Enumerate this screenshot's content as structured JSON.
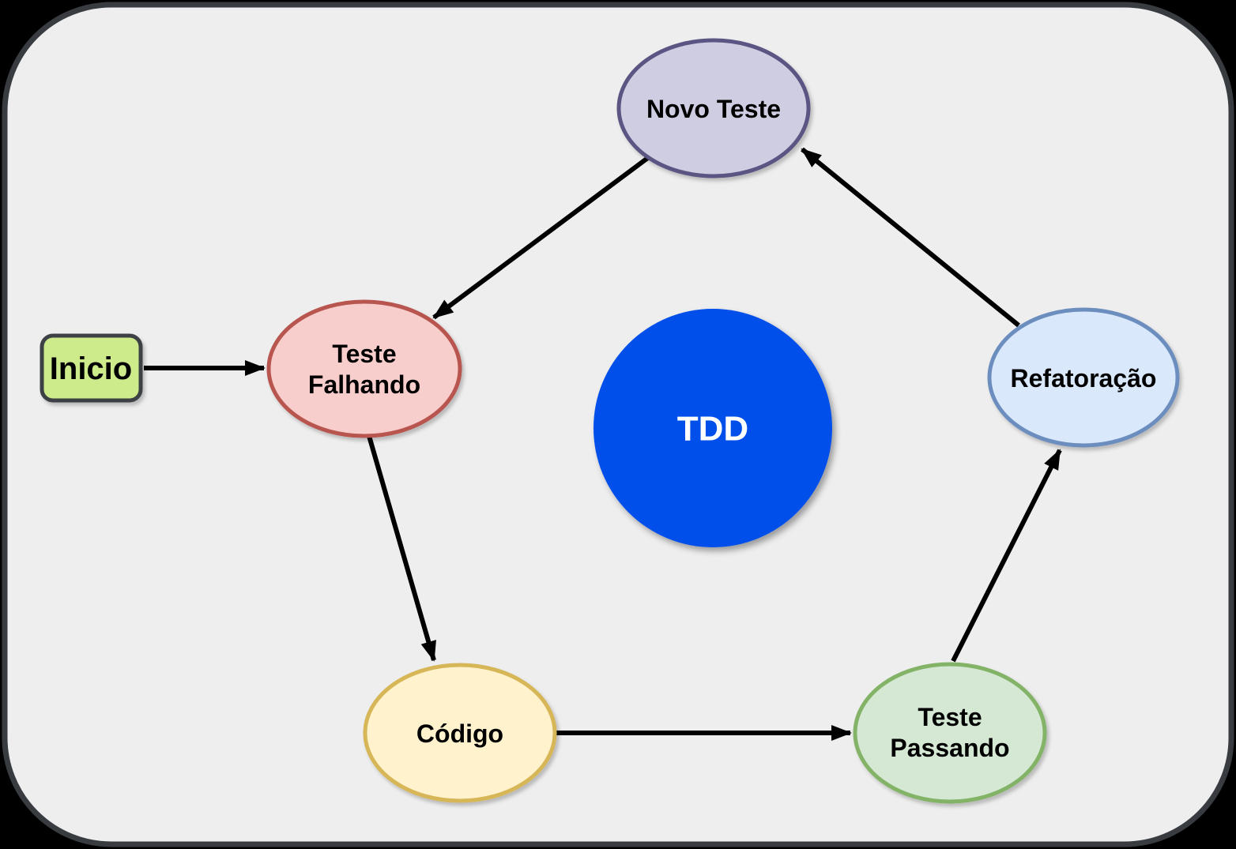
{
  "frame": {
    "fill": "#EEEEEE",
    "border_color": "#383C41",
    "outside_color": "#000000"
  },
  "nodes": {
    "inicio": {
      "label": "Inicio",
      "fill": "#CDEB8B",
      "border": "#3C4045"
    },
    "novo_teste": {
      "label": "Novo Teste",
      "fill": "#CFCDE2",
      "border": "#5A5482"
    },
    "teste_falhando": {
      "line1": "Teste",
      "line2": "Falhando",
      "fill": "#F8CECC",
      "border": "#B85450"
    },
    "codigo": {
      "label": "Código",
      "fill": "#FFF2CC",
      "border": "#D6B656"
    },
    "teste_passando": {
      "line1": "Teste",
      "line2": "Passando",
      "fill": "#D5E8D4",
      "border": "#82B366"
    },
    "refatoracao": {
      "label": "Refatoração",
      "fill": "#DAE8FC",
      "border": "#6C8EBF"
    },
    "tdd": {
      "label": "TDD",
      "fill": "#0450EB",
      "text_color": "#FFFFFF"
    }
  },
  "edges": {
    "color": "#000000",
    "items": [
      {
        "from": "inicio",
        "to": "teste_falhando"
      },
      {
        "from": "novo_teste",
        "to": "teste_falhando"
      },
      {
        "from": "teste_falhando",
        "to": "codigo"
      },
      {
        "from": "codigo",
        "to": "teste_passando"
      },
      {
        "from": "teste_passando",
        "to": "refatoracao"
      },
      {
        "from": "refatoracao",
        "to": "novo_teste"
      }
    ]
  }
}
